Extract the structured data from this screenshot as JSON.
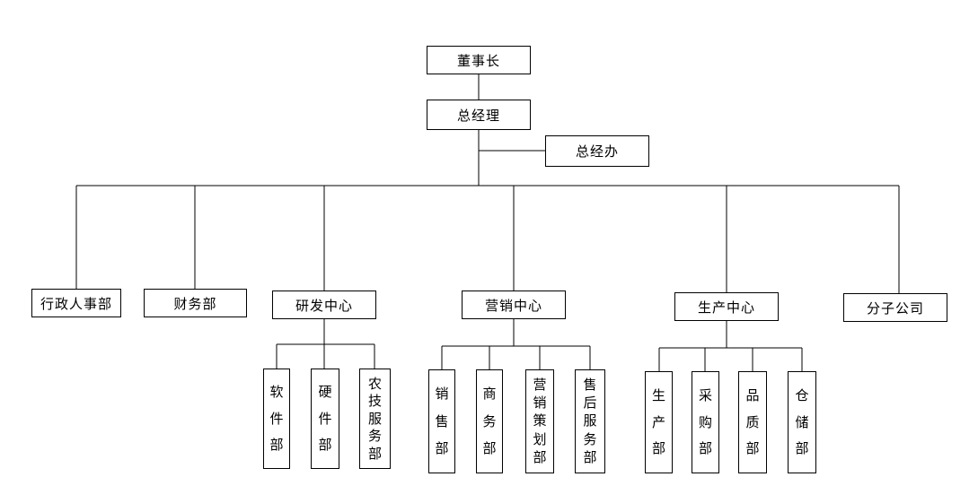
{
  "canvas": {
    "background": "#ffffff",
    "box_border_color": "#000000",
    "line_color": "#000000",
    "text_color": "#000000"
  },
  "nodes": {
    "chairman": "董事长",
    "general_manager": "总经理",
    "gm_office": "总经办",
    "admin_hr": "行政人事部",
    "finance": "财务部",
    "rd_center": "研发中心",
    "marketing_center": "营销中心",
    "production_center": "生产中心",
    "subsidiary": "分子公司",
    "software": "软件部",
    "hardware": "硬件部",
    "agritech_service": "农技服务部",
    "sales": "销售部",
    "business": "商务部",
    "marketing_planning": "营销策划部",
    "after_sales_service": "售后服务部",
    "production": "生产部",
    "procurement": "采购部",
    "quality": "品质部",
    "warehouse": "仓储部"
  },
  "hierarchy": {
    "root": "chairman",
    "edges": [
      [
        "chairman",
        "general_manager"
      ],
      [
        "general_manager",
        "gm_office"
      ],
      [
        "general_manager",
        "admin_hr"
      ],
      [
        "general_manager",
        "finance"
      ],
      [
        "general_manager",
        "rd_center"
      ],
      [
        "general_manager",
        "marketing_center"
      ],
      [
        "general_manager",
        "production_center"
      ],
      [
        "general_manager",
        "subsidiary"
      ],
      [
        "rd_center",
        "software"
      ],
      [
        "rd_center",
        "hardware"
      ],
      [
        "rd_center",
        "agritech_service"
      ],
      [
        "marketing_center",
        "sales"
      ],
      [
        "marketing_center",
        "business"
      ],
      [
        "marketing_center",
        "marketing_planning"
      ],
      [
        "marketing_center",
        "after_sales_service"
      ],
      [
        "production_center",
        "production"
      ],
      [
        "production_center",
        "procurement"
      ],
      [
        "production_center",
        "quality"
      ],
      [
        "production_center",
        "warehouse"
      ]
    ]
  }
}
